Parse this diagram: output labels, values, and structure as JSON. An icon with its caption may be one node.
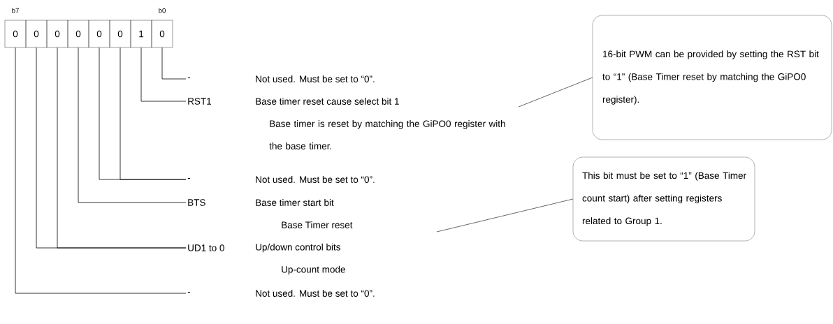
{
  "diagram": {
    "nodes": [
      {
        "text": [
          "0"
        ]
      },
      {
        "text": [
          "0"
        ]
      },
      {
        "text": [
          "0"
        ]
      },
      {
        "text": [
          "0"
        ]
      },
      {
        "text": [
          "0"
        ]
      },
      {
        "text": [
          "0"
        ]
      },
      {
        "text": [
          "1"
        ]
      },
      {
        "text": [
          "0"
        ]
      },
      {
        "text": [
          "-"
        ]
      },
      {
        "text": [
          "RST1"
        ]
      },
      {
        "text": [
          "-"
        ]
      },
      {
        "text": [
          "BTS"
        ]
      },
      {
        "text": [
          "UD1 to 0"
        ]
      },
      {
        "text": [
          "-"
        ]
      },
      {
        "text": [
          "16-bit PWM can be provided by setting the RST bit to “1” (Base Timer reset by matching the GiPO0 register)."
        ]
      },
      {
        "text": [
          "This bit must be set to “1” (Base Timer count start) after setting registers related to Group 1."
        ]
      }
    ],
    "edges": [
      {
        "from": 7,
        "to": 8,
        "arrow": "none"
      },
      {
        "from": 6,
        "to": 9,
        "arrow": "none"
      },
      {
        "from": 5,
        "to": 10,
        "arrow": "none"
      },
      {
        "from": 4,
        "to": 10,
        "arrow": "none"
      },
      {
        "from": 3,
        "to": 11,
        "arrow": "none"
      },
      {
        "from": 2,
        "to": 12,
        "arrow": "none"
      },
      {
        "from": 1,
        "to": 12,
        "arrow": "none"
      },
      {
        "from": 0,
        "to": 13,
        "arrow": "none"
      },
      {
        "from": 14,
        "to": null,
        "arrow": "none"
      },
      {
        "from": 15,
        "to": null,
        "arrow": "none"
      }
    ],
    "labels": [
      "b7",
      "b0",
      "Not used. Must be set to “0”.",
      "Base timer reset cause select bit 1",
      "Base timer is reset by matching the GiPO0 register with the base timer.",
      "Not used. Must be set to “0”.",
      "Base timer start bit",
      "Base Timer reset",
      "Up/down control bits",
      "Up-count mode",
      "Not used. Must be set to “0”."
    ]
  }
}
